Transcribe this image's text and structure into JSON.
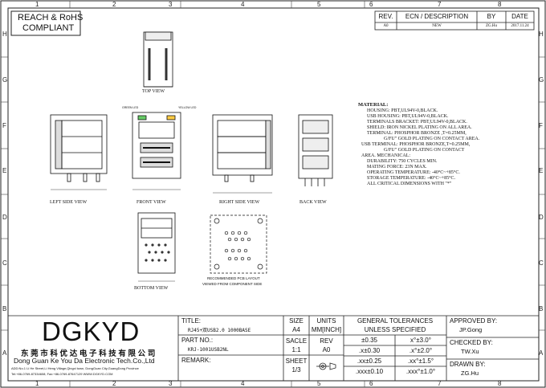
{
  "compliance": {
    "line1": "REACH & RoHS",
    "line2": "COMPLIANT"
  },
  "zones": {
    "columns": [
      "1",
      "2",
      "3",
      "4",
      "5",
      "6",
      "7",
      "8"
    ],
    "rows": [
      "H",
      "G",
      "F",
      "E",
      "D",
      "C",
      "B",
      "A"
    ]
  },
  "revision": {
    "headers": {
      "rev": "REV.",
      "ecn": "ECN / DESCRIPTION",
      "by": "BY",
      "date": "DATE"
    },
    "row": {
      "rev": "A0",
      "ecn": "NEW",
      "by": "ZG.Hu",
      "date": "2017.11.24"
    }
  },
  "views": {
    "top": "TOP VIEW",
    "left_side": "LEFT SIDE VIEW",
    "front": "FRONT VIEW",
    "right_side": "RIGHT SIDE VIEW",
    "back": "BACK VIEW",
    "bottom": "BOTTOM VIEW",
    "pcb_layout_line1": "RECOMMENDED PCB LAYOUT",
    "pcb_layout_line2": "VIEWED FROM COMPONENT SIDE",
    "led_green": "GREEN LED",
    "led_yellow": "YELLOW LED"
  },
  "material": {
    "title": "MATERIAL:",
    "lines": [
      "HOUSING: PBT,UL94V-0,BLACK.",
      "USB HOUSING: PBT,UL94V-0,BLACK.",
      "TERMINALS BRACKET: PBT,UL94V-0,BLACK.",
      "SHIELD: IRON NICKEL PLATING ON ALL AREA.",
      "TERMINAL: PHOSPHOR BRONZE ,T=0.25MM,",
      "G/FU\" GOLD PLATING ON CONTACT AREA.",
      "USB TERMINAL: PHOSPHOR BRONZE,T=0.25MM,",
      "G/FU\" GOLD PLATING ON CONTACT"
    ],
    "area_title": "AREA. MECHANICAL:",
    "mech_lines": [
      "DURABILITY: 750 CYCLES MIN.",
      "MATING FORCE: 23N MAX.",
      "OPERATING TEMPERATURE: -40°C~+85°C.",
      "STORAGE TEMPERATURE: -40°C~+85°C.",
      "ALL CRITICAL DIMENSIONS WITH \"*\""
    ]
  },
  "company": {
    "logo": "DGKYD",
    "name_cn": "东 莞 市 科 优 达 电 子 科 技 有 限 公 司",
    "name_en": "Dong Guan Ke You Da Electronic Tech.Co.,Ltd",
    "address": "ADD:No.1 Li He Street,Li Heng Village,Qingxi town, DongGuan City,GuangDong Province",
    "contact": "Tel:+86-0769-87334608; Fax:+86-0769-87647129 WWW.DGKYD.COM"
  },
  "title_block": {
    "title_label": "TITLE:",
    "title_value": "RJ45+双USB2.0 1000BASE",
    "part_label": "PART NO.:",
    "part_value": "KRJ-1001USB2NL",
    "remark_label": "REMARK:",
    "size_label": "SIZE",
    "size_value": "A4",
    "units_label": "UNITS",
    "units_value": "MM[INCH]",
    "scale_label": "SACLE",
    "scale_value": "1:1",
    "rev_label": "REV",
    "rev_value": "A0",
    "sheet_label": "SHEET",
    "sheet_value": "1/3",
    "tol_title1": "GENERAL TOLERANCES",
    "tol_title2": "UNLESS SPECIFIED",
    "tolerances": [
      [
        "±0.35",
        "x°±3.0°"
      ],
      [
        ".x±0.30",
        ".x°±2.0°"
      ],
      [
        ".xx±0.25",
        ".xx°±1.5°"
      ],
      [
        ".xxx±0.10",
        ".xxx°±1.0°"
      ]
    ],
    "approved_label": "APPROVED BY:",
    "approved_value": "JP.Gong",
    "checked_label": "CHECKED BY:",
    "checked_value": "TW.Xu",
    "drawn_label": "DRAWN BY:",
    "drawn_value": "ZG.Hu"
  }
}
